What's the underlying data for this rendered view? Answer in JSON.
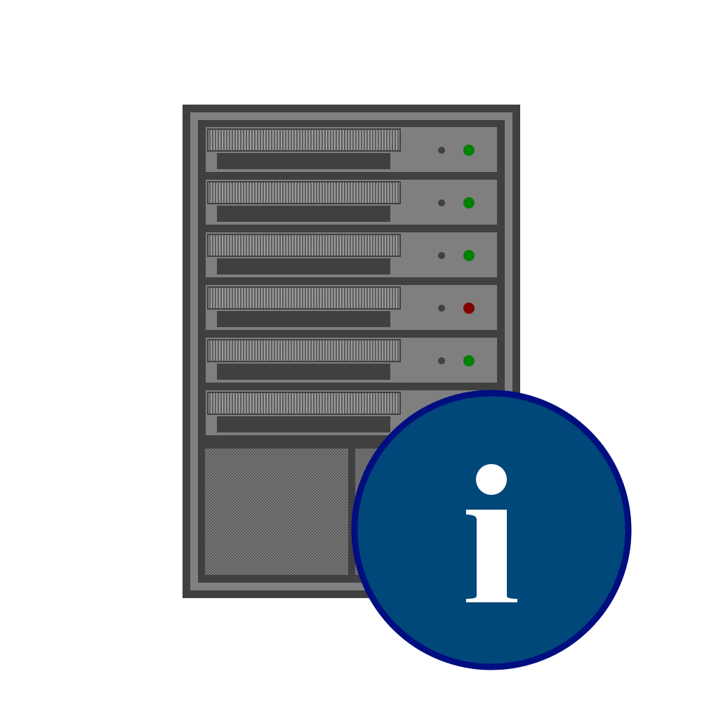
{
  "icon": {
    "name": "server-info-icon",
    "colors": {
      "rack_frame": "#404040",
      "rack_trim": "#808080",
      "unit_face": "#7f7f7f",
      "unit_slot": "#404040",
      "led_neutral": "#404040",
      "led_ok": "#008000",
      "led_error": "#800000",
      "info_fill": "#00477a",
      "info_border": "#000e7f",
      "info_glyph": "#ffffff"
    },
    "units": [
      {
        "status": "ok"
      },
      {
        "status": "ok"
      },
      {
        "status": "ok"
      },
      {
        "status": "error"
      },
      {
        "status": "ok"
      },
      {
        "status": "ok"
      }
    ],
    "badge": {
      "name": "info-badge",
      "glyph": "i"
    }
  }
}
